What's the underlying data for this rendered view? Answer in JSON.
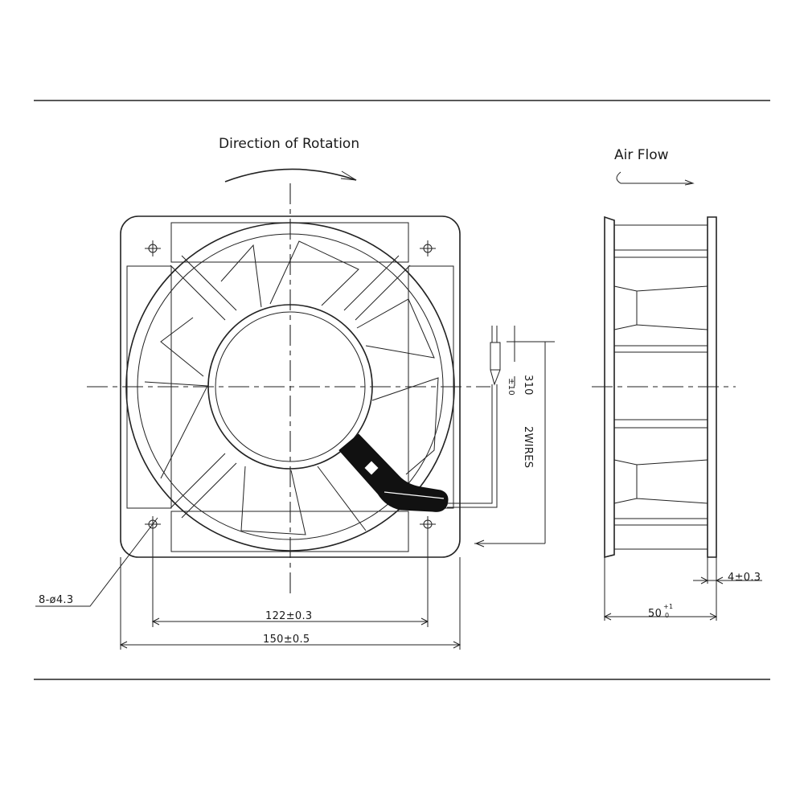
{
  "front_view": {
    "rotation_label": "Direction of Rotation",
    "lead_length_label": "310",
    "lead_tolerance_label": "±10",
    "wires_label": "2WIRES",
    "hole_label": "8-ø4.3",
    "hole_pitch_label": "122±0.3",
    "frame_width_label": "150±0.5"
  },
  "side_view": {
    "airflow_label": "Air Flow",
    "flange_label": "4±0.3",
    "depth_label": "50",
    "depth_tol_upper": "+1",
    "depth_tol_lower": "0"
  }
}
